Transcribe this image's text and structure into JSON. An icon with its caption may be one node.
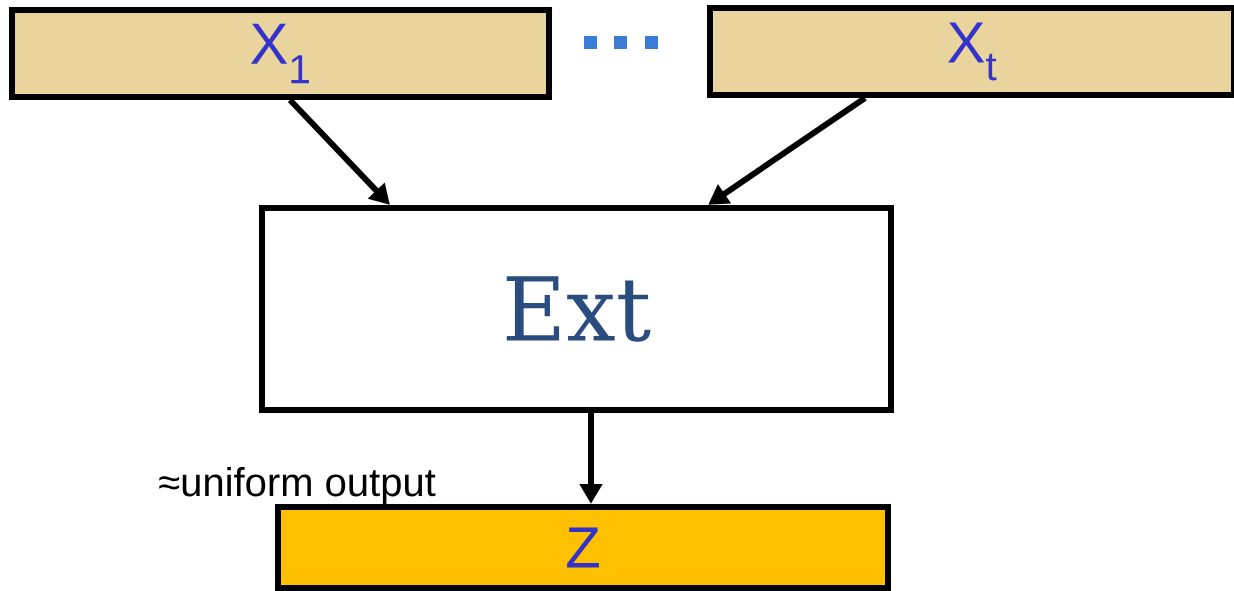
{
  "diagram": {
    "nodes": [
      {
        "text": [
          "X$_{1}$"
        ]
      },
      {
        "text": [
          "X$_{t}$"
        ]
      },
      {
        "text": [
          "Ext"
        ]
      },
      {
        "text": [
          "Z"
        ]
      }
    ],
    "edges": [
      {
        "from": 0,
        "to": 2,
        "arrow": "to"
      },
      {
        "from": 1,
        "to": 2,
        "arrow": "to"
      },
      {
        "from": 2,
        "to": 3,
        "arrow": "to"
      }
    ],
    "labels": [
      "≈uniform output"
    ]
  }
}
